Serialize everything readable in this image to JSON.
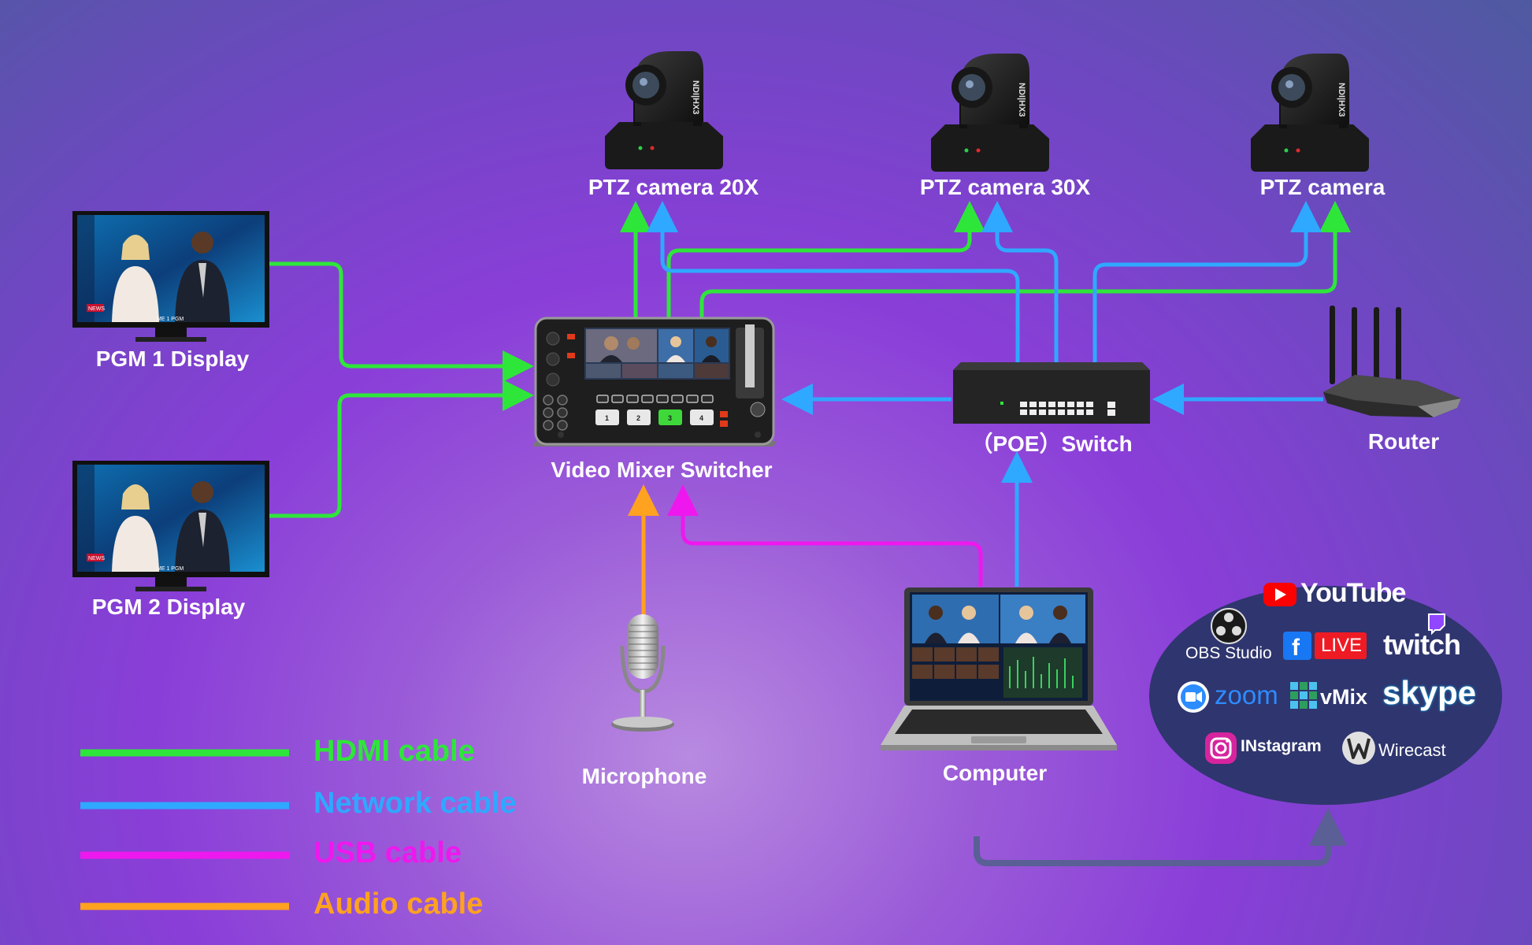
{
  "devices": {
    "ptz_camera_20x": "PTZ camera 20X",
    "ptz_camera_30x": "PTZ camera 30X",
    "ptz_camera": "PTZ camera",
    "pgm1_display": "PGM 1 Display",
    "pgm2_display": "PGM 2 Display",
    "video_mixer": "Video Mixer Switcher",
    "poe_switch": "（POE）Switch",
    "router": "Router",
    "microphone": "Microphone",
    "computer": "Computer"
  },
  "legend": [
    {
      "label": "HDMI cable",
      "color": "#2ee63a"
    },
    {
      "label": "Network cable",
      "color": "#2fa8ff"
    },
    {
      "label": "USB cable",
      "color": "#ee18ee"
    },
    {
      "label": "Audio cable",
      "color": "#ffa21f"
    }
  ],
  "services": {
    "youtube": "YouTube",
    "obs": "OBS Studio",
    "facebook_live": "LIVE",
    "twitch": "twitch",
    "zoom": "zoom",
    "vmix": "vMix",
    "skype": "skype",
    "instagram": "INstagram",
    "wirecast": "Wirecast"
  },
  "screen_labels": {
    "news_badge": "NEWS",
    "pgm_tag": "ME 1 PGM",
    "camera_brand": "NDI|HX3",
    "mixer_buttons": [
      "1",
      "2",
      "3",
      "4"
    ]
  },
  "colors": {
    "hdmi": "#2ee63a",
    "network": "#2fa8ff",
    "usb": "#ee18ee",
    "audio": "#ffa21f",
    "stream_bg": "#2f356e"
  }
}
